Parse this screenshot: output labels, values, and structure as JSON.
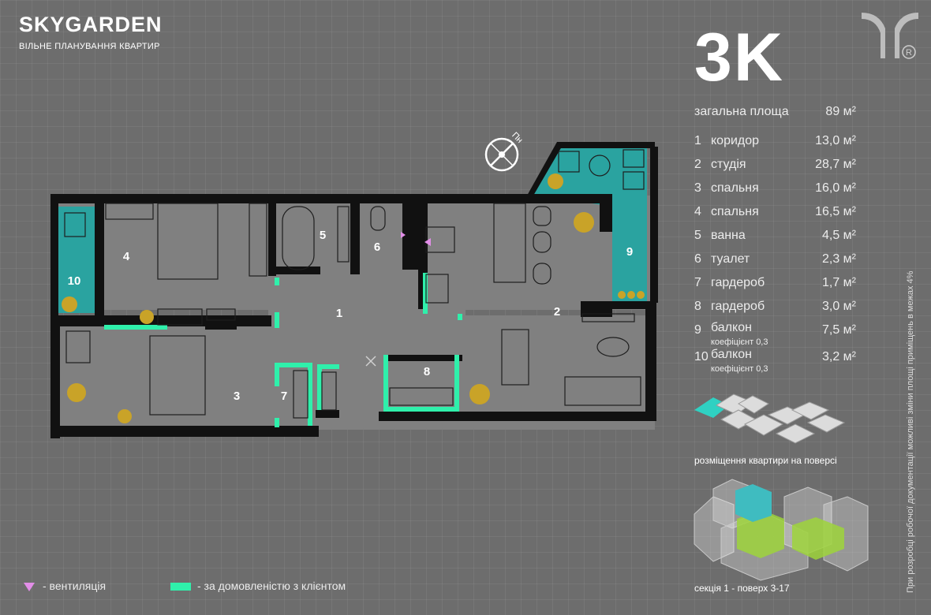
{
  "brand": {
    "name": "SKYGARDEN",
    "subtitle": "ВІЛЬНЕ ПЛАНУВАННЯ КВАРТИР"
  },
  "apartment": {
    "type": "3K",
    "total_label": "загальна площа",
    "total_area": "89 м²",
    "rooms": [
      {
        "num": "1",
        "name": "коридор",
        "area": "13,0 м²"
      },
      {
        "num": "2",
        "name": "студія",
        "area": "28,7 м²"
      },
      {
        "num": "3",
        "name": "спальня",
        "area": "16,0 м²"
      },
      {
        "num": "4",
        "name": "спальня",
        "area": "16,5 м²"
      },
      {
        "num": "5",
        "name": "ванна",
        "area": "4,5 м²"
      },
      {
        "num": "6",
        "name": "туалет",
        "area": "2,3 м²"
      },
      {
        "num": "7",
        "name": "гардероб",
        "area": "1,7 м²"
      },
      {
        "num": "8",
        "name": "гардероб",
        "area": "3,0 м²"
      },
      {
        "num": "9",
        "name": "балкон",
        "coef": "коефіцієнт 0,3",
        "area": "7,5 м²"
      },
      {
        "num": "10",
        "name": "балкон",
        "coef": "коефіцієнт 0,3",
        "area": "3,2 м²"
      }
    ]
  },
  "compass": {
    "label": "Пн"
  },
  "plan_labels": {
    "r1": "1",
    "r2": "2",
    "r3": "3",
    "r4": "4",
    "r5": "5",
    "r6": "6",
    "r7": "7",
    "r8": "8",
    "r9": "9",
    "r10": "10"
  },
  "captions": {
    "floor_position": "розміщення квартири на поверсі",
    "section": "секція 1 - поверх 3-17",
    "note": "При розробці робочої документації можливі зміни площі приміщень в межах 4%"
  },
  "legend": {
    "ventilation": "- вентиляція",
    "client_agreement": "- за домовленістю з клієнтом"
  },
  "colors": {
    "background": "#6d6d6d",
    "wall": "#111111",
    "accent_green": "#2ff0ab",
    "balcony_teal": "#2aa3a0",
    "vent_pink": "#e28ee8"
  }
}
